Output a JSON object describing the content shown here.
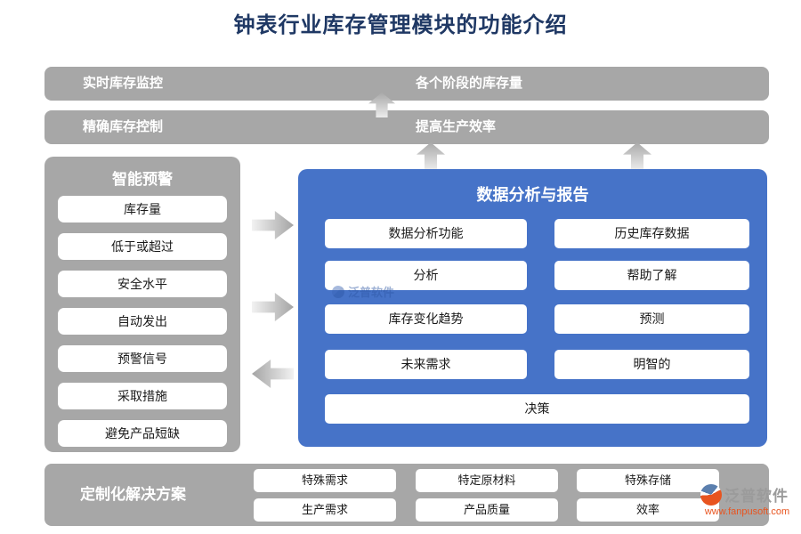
{
  "title": "钟表行业库存管理模块的功能介绍",
  "top_bars": [
    {
      "left_label": "实时库存监控",
      "center_label": "各个阶段的库存量"
    },
    {
      "left_label": "精确库存控制",
      "center_label": "提高生产效率"
    }
  ],
  "sidebar": {
    "title": "智能预警",
    "items": [
      "库存量",
      "低于或超过",
      "安全水平",
      "自动发出",
      "预警信号",
      "采取措施",
      "避免产品短缺"
    ]
  },
  "panel": {
    "title": "数据分析与报告",
    "rows": [
      [
        "数据分析功能",
        "历史库存数据"
      ],
      [
        "分析",
        "帮助了解"
      ],
      [
        "库存变化趋势",
        "预测"
      ],
      [
        "未来需求",
        "明智的"
      ]
    ],
    "full_item": "决策",
    "watermark": "泛普软件"
  },
  "bottom_bar": {
    "title": "定制化解决方案",
    "buttons": [
      [
        "特殊需求",
        "特定原材料",
        "特殊存储"
      ],
      [
        "生产需求",
        "产品质量",
        "效率"
      ]
    ]
  },
  "logo": {
    "name": "泛普软件",
    "url": "www.fanpusoft.com"
  },
  "colors": {
    "bar_gray": "#a7a7a7",
    "panel_blue": "#4673c8",
    "title_navy": "#1f3864",
    "logo_orange": "#e8541f"
  }
}
